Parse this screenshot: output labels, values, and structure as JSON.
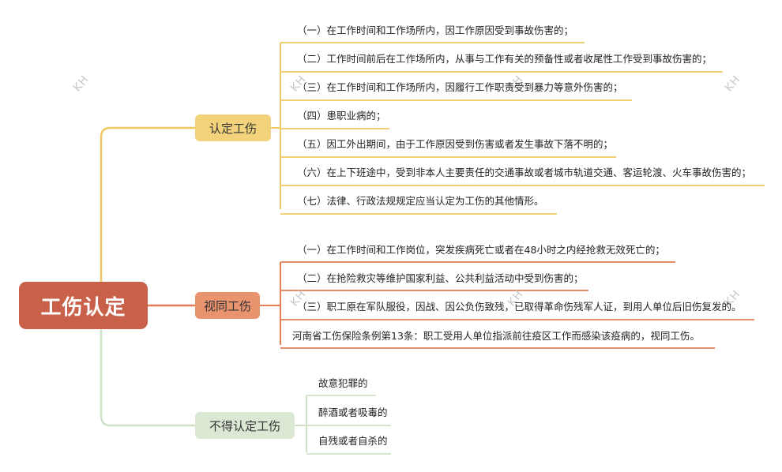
{
  "colors": {
    "root": "#c9604a",
    "branch_recognized": "#f2d27b",
    "branch_deemed": "#e9946f",
    "branch_excluded": "#dbe8d4",
    "line_recognized": "#f0c964",
    "line_deemed": "#e47d55",
    "line_excluded": "#cfe1c6"
  },
  "root": {
    "label": "工伤认定"
  },
  "branches": [
    {
      "label": "认定工伤",
      "items": [
        "（一）在工作时间和工作场所内，因工作原因受到事故伤害的；",
        "（二）工作时间前后在工作场所内，从事与工作有关的预备性或者收尾性工作受到事故伤害的；",
        "（三）在工作时间和工作场所内，因履行工作职责受到暴力等意外伤害的；",
        "（四）患职业病的；",
        "（五）因工外出期间，由于工作原因受到伤害或者发生事故下落不明的；",
        "（六）在上下班途中，受到非本人主要责任的交通事故或者城市轨道交通、客运轮渡、火车事故伤害的；",
        "（七）法律、行政法规规定应当认定为工伤的其他情形。"
      ]
    },
    {
      "label": "视同工伤",
      "items": [
        "（一）在工作时间和工作岗位，突发疾病死亡或者在48小时之内经抢救无效死亡的；",
        "（二）在抢险救灾等维护国家利益、公共利益活动中受到伤害的；",
        "（三）职工原在军队服役，因战、因公负伤致残，已取得革命伤残军人证，到用人单位后旧伤复发的。",
        "河南省工伤保险条例第13条：职工受用人单位指派前往疫区工作而感染该疫病的，视同工伤。"
      ]
    },
    {
      "label": "不得认定工伤",
      "items": [
        "故意犯罪的",
        "醉酒或者吸毒的",
        "自残或者自杀的"
      ]
    }
  ],
  "watermark": "KH"
}
